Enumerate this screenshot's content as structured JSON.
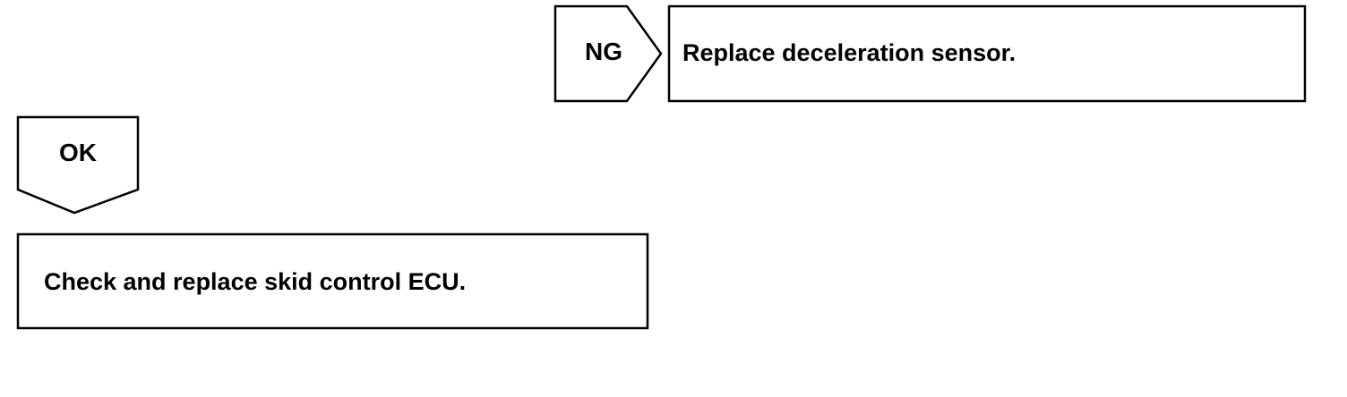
{
  "flowchart": {
    "ng_branch": {
      "tag": "NG",
      "action": "Replace deceleration sensor."
    },
    "ok_branch": {
      "tag": "OK",
      "action": "Check and replace skid control ECU."
    }
  },
  "colors": {
    "stroke": "#000000",
    "background": "#ffffff"
  }
}
